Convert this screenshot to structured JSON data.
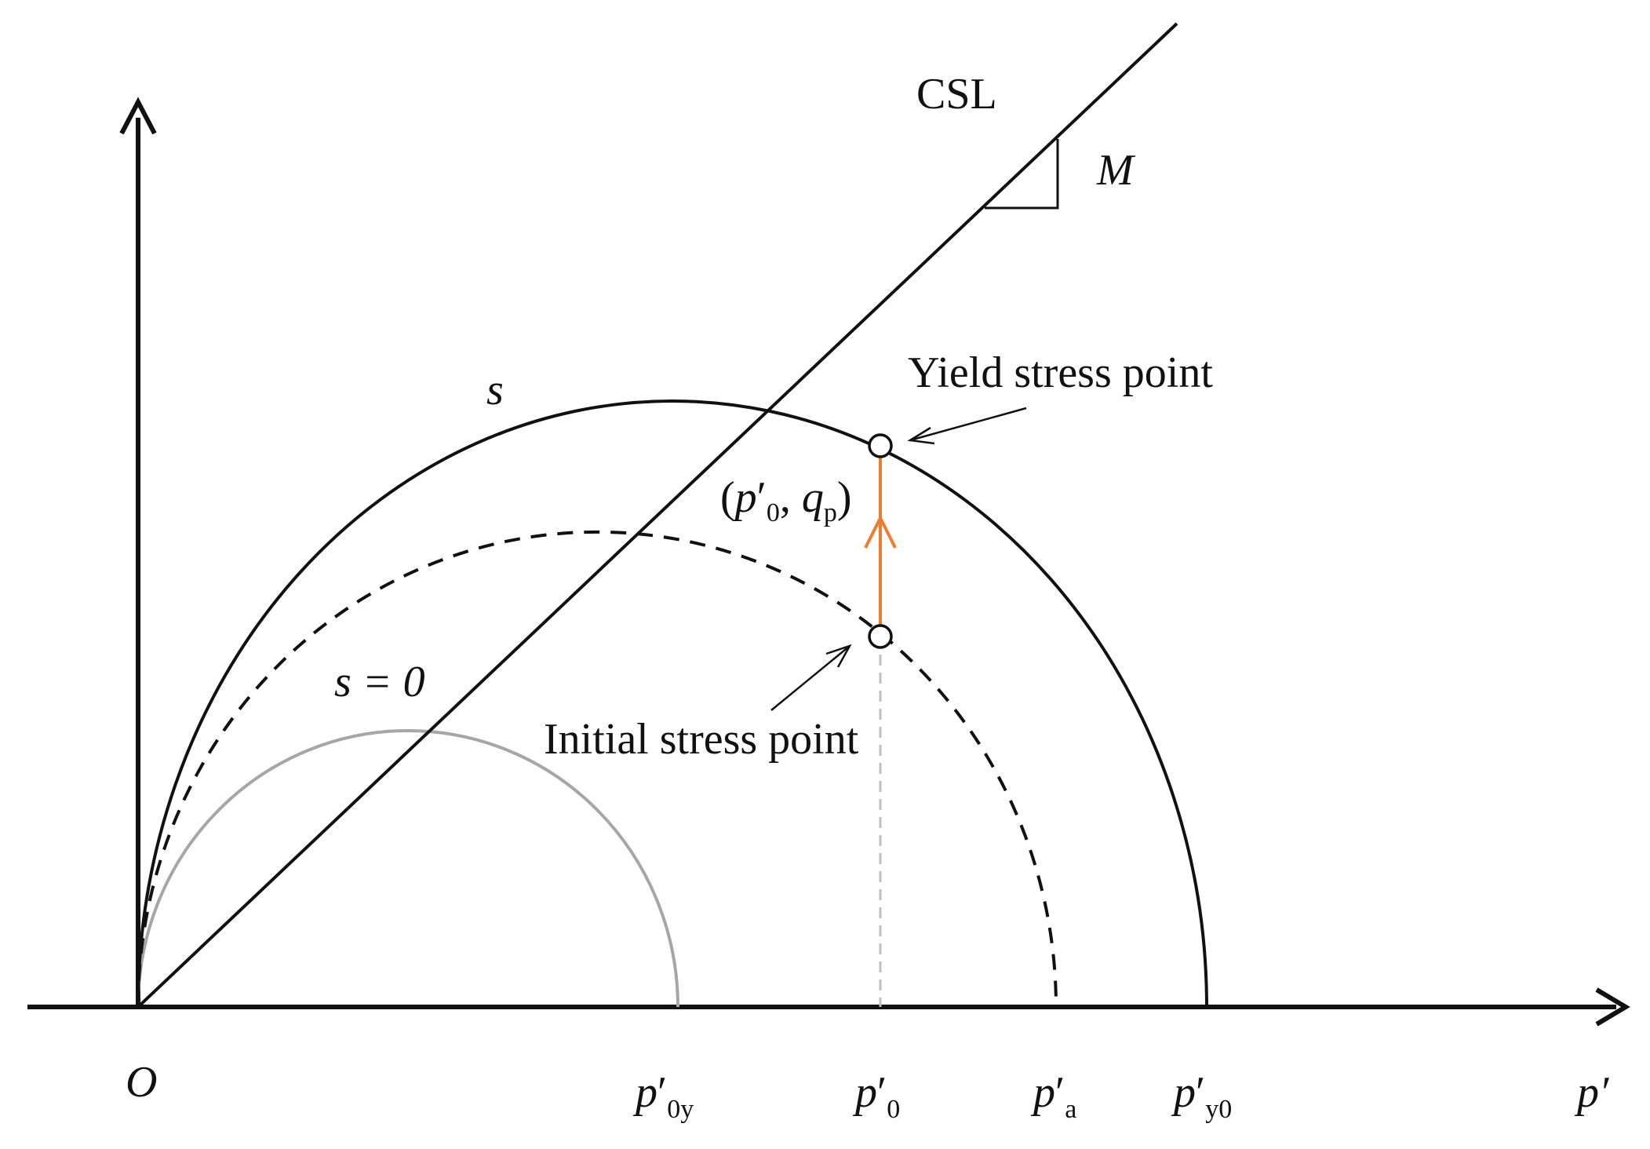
{
  "diagram": {
    "axis_x_label": "p′",
    "origin_label": "O",
    "csl_label": "CSL",
    "slope_label": "M",
    "curve_s_label": "s",
    "curve_s0_label": "s = 0",
    "yield_label": "Yield stress point",
    "initial_label": "Initial stress point",
    "point_label": {
      "open": "(",
      "p": "p",
      "prime": "′",
      "p_sub": "0",
      "sep": ", ",
      "q": "q",
      "q_sub": "p",
      "close": ")"
    },
    "ticks": [
      {
        "id": "p0y",
        "main": "p",
        "prime": "′",
        "sub": "0y"
      },
      {
        "id": "p0",
        "main": "p",
        "prime": "′",
        "sub": "0"
      },
      {
        "id": "pa",
        "main": "p",
        "prime": "′",
        "sub": "a"
      },
      {
        "id": "py0",
        "main": "p",
        "prime": "′",
        "sub": "y0"
      }
    ]
  },
  "colors": {
    "line": "#111111",
    "dashed": "#111111",
    "gray_curve": "#a6a6a6",
    "path_arrow": "#ed7d31",
    "guide": "#bfbfbf"
  }
}
